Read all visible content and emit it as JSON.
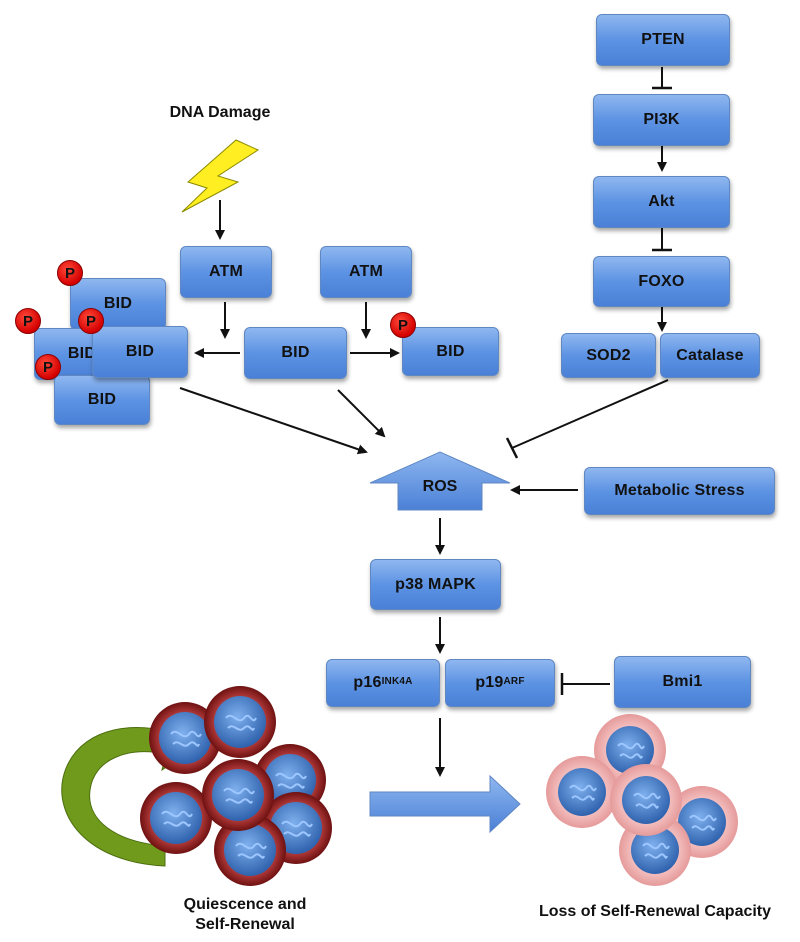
{
  "dna_damage": {
    "label": "DNA Damage"
  },
  "boxes": {
    "pten": "PTEN",
    "pi3k": "PI3K",
    "akt": "Akt",
    "foxo": "FOXO",
    "sod2": "SOD2",
    "catalase": "Catalase",
    "atm_left": "ATM",
    "atm_right": "ATM",
    "bid_center": "BID",
    "bid_right": "BID",
    "bid_cluster_top": "BID",
    "bid_cluster_left": "BID",
    "bid_cluster_mid": "BID",
    "bid_cluster_bottom": "BID",
    "metabolic_stress": "Metabolic Stress",
    "p38": "p38 MAPK",
    "p16_base": "p16",
    "p16_sup": "INK4A",
    "p19_base": "p19",
    "p19_sup": "ARF",
    "bmi1": "Bmi1"
  },
  "ros": {
    "label": "ROS"
  },
  "phospho": {
    "label": "P"
  },
  "captions": {
    "quiescence_line1": "Quiescence and",
    "quiescence_line2": "Self-Renewal",
    "loss": "Loss of Self-Renewal Capacity"
  },
  "colors": {
    "box_fill": "#5d93e3",
    "phospho": "#e00000",
    "lightning": "#ffee22",
    "curved_arrow": "#6f9a1c",
    "healthy_cell_ring": "#8b1c1c",
    "senescent_cell_ring": "#f2b3b3",
    "nucleus": "#4a7fc4"
  }
}
